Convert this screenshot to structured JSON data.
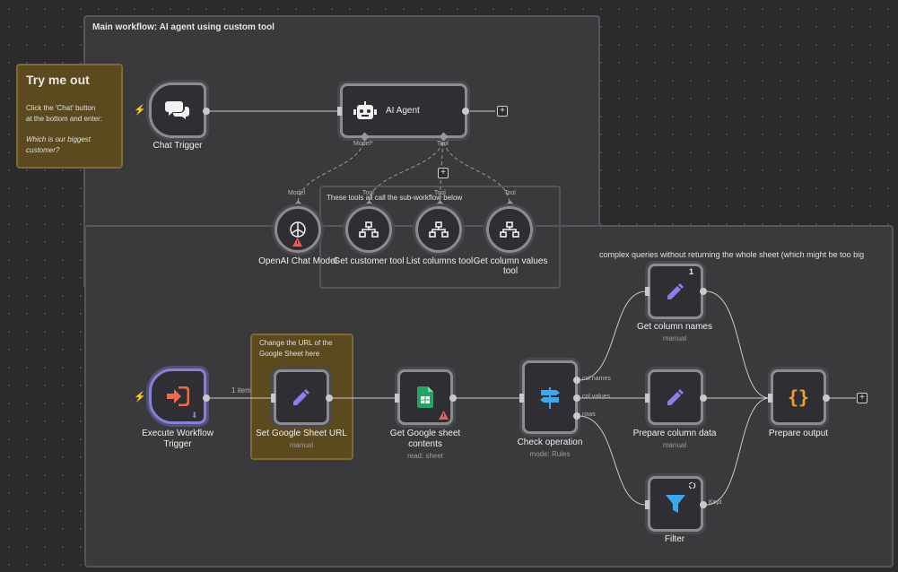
{
  "stickies": {
    "main_title": "Main workflow: AI agent using custom tool",
    "try_title": "Try me out",
    "try_line1": "Click the 'Chat' button",
    "try_line2": "at the bottom and enter:",
    "try_q1": "Which is our biggest",
    "try_q2": "customer?",
    "tools_note": "These tools all call the sub-workflow below",
    "sub_note": "complex queries without returning the whole sheet (which might be too big",
    "url_note1": "Change the URL of the",
    "url_note2": "Google Sheet here"
  },
  "nodes": {
    "chat_trigger": "Chat Trigger",
    "ai_agent": "AI Agent",
    "openai_model": "OpenAI Chat Model",
    "get_customer_tool": "Get customer tool",
    "list_columns_tool": "List columns tool",
    "get_column_values_tool_1": "Get column values",
    "get_column_values_tool_2": "tool",
    "execute_trigger_1": "Execute Workflow",
    "execute_trigger_2": "Trigger",
    "set_url": "Set Google Sheet URL",
    "set_url_sub": "manual",
    "get_sheet_1": "Get Google sheet",
    "get_sheet_2": "contents",
    "get_sheet_sub": "read: sheet",
    "check_operation": "Check operation",
    "check_operation_sub": "mode: Rules",
    "get_column_names": "Get column names",
    "get_column_names_sub": "manual",
    "prepare_column_data": "Prepare column data",
    "prepare_column_data_sub": "manual",
    "filter": "Filter",
    "prepare_output": "Prepare output"
  },
  "ports": {
    "model": "Model",
    "model_req": "Model*",
    "tool": "Tool",
    "col_names": "col names",
    "col_values": "col values",
    "rows": "rows",
    "kept": "Kept",
    "items": "1 item",
    "badge": "1"
  },
  "colors": {
    "canvas": "#2b2b2e",
    "gold_sticky": "#5b4a1e",
    "trigger_accent": "#8680d8",
    "edit_icon": "#8a7ef0",
    "sheets_green": "#21a464",
    "filter_blue": "#3aa8f0",
    "code_orange": "#f0a030",
    "error_red": "#e85d5d"
  }
}
